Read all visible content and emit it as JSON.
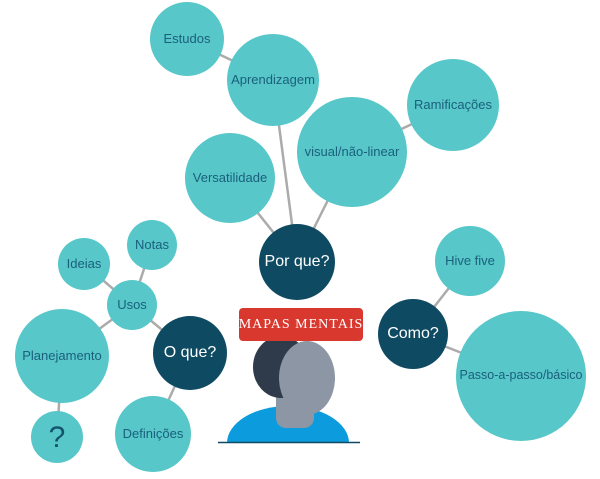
{
  "central_topic": {
    "label": "MAPAS MENTAIS"
  },
  "nodes": {
    "por_que": {
      "label": "Por que?"
    },
    "o_que": {
      "label": "O que?"
    },
    "como": {
      "label": "Como?"
    },
    "estudos": {
      "label": "Estudos"
    },
    "aprendizagem": {
      "label": "Aprendizagem"
    },
    "ramificacoes": {
      "label": "Ramificações"
    },
    "visual_nao_linear": {
      "label": "visual/não-linear"
    },
    "versatilidade": {
      "label": "Versatilidade"
    },
    "notas": {
      "label": "Notas"
    },
    "ideias": {
      "label": "Ideias"
    },
    "usos": {
      "label": "Usos"
    },
    "planejamento": {
      "label": "Planejamento"
    },
    "ponto_interrogacao": {
      "label": "?"
    },
    "definicoes": {
      "label": "Definições"
    },
    "hive_five": {
      "label": "Hive five"
    },
    "passo_a_passo": {
      "label": "Passo-a-passo/básico"
    }
  },
  "edges": [
    [
      "estudos",
      "aprendizagem"
    ],
    [
      "aprendizagem",
      "por_que"
    ],
    [
      "versatilidade",
      "por_que"
    ],
    [
      "visual_nao_linear",
      "por_que"
    ],
    [
      "ramificacoes",
      "visual_nao_linear"
    ],
    [
      "notas",
      "usos"
    ],
    [
      "ideias",
      "usos"
    ],
    [
      "planejamento",
      "usos"
    ],
    [
      "usos",
      "o_que"
    ],
    [
      "o_que",
      "definicoes"
    ],
    [
      "planejamento",
      "ponto_interrogacao"
    ],
    [
      "como",
      "hive_five"
    ],
    [
      "como",
      "passo_a_passo"
    ]
  ],
  "colors": {
    "topic_circle": "#57C7C9",
    "question_circle": "#0F4A63",
    "central_topic_bg": "#D9382E",
    "label_text": "#1B607C",
    "connector_line": "#ABABAB",
    "shirt": "#0C9CDE",
    "skin": "#8C96A5",
    "hair": "#2F3B4B"
  }
}
